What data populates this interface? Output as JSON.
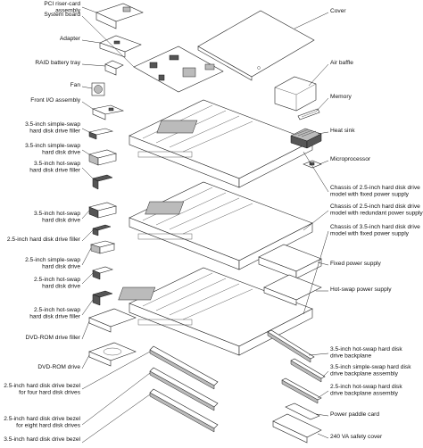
{
  "left_labels": [
    {
      "id": "pci-riser",
      "lines": [
        "PCI riser-card",
        "assembly"
      ]
    },
    {
      "id": "system-board",
      "lines": [
        "System board"
      ]
    },
    {
      "id": "adapter",
      "lines": [
        "Adapter"
      ]
    },
    {
      "id": "raid-battery-tray",
      "lines": [
        "RAID battery tray"
      ]
    },
    {
      "id": "fan",
      "lines": [
        "Fan"
      ]
    },
    {
      "id": "front-io",
      "lines": [
        "Front I/O assembly"
      ]
    },
    {
      "id": "simple-swap-filler",
      "lines": [
        "3.5-inch simple-swap",
        "hard disk drive filler"
      ]
    },
    {
      "id": "simple-swap-hdd",
      "lines": [
        "3.5-inch simple-swap",
        "hard disk drive"
      ]
    },
    {
      "id": "hot-swap-filler-35",
      "lines": [
        "3.5-inch hot-swap",
        "hard disk drive filler"
      ]
    },
    {
      "id": "hot-swap-hdd-35",
      "lines": [
        "3.5-inch hot-swap",
        "hard disk drive"
      ]
    },
    {
      "id": "simple-swap-filler-25",
      "lines": [
        "2.5-inch hard disk drive filler"
      ]
    },
    {
      "id": "simple-swap-hdd-25",
      "lines": [
        "2.5-inch simple-swap",
        "hard disk drive"
      ]
    },
    {
      "id": "hot-swap-hdd-25",
      "lines": [
        "2.5-inch hot-swap",
        "hard disk drive"
      ]
    },
    {
      "id": "hot-swap-filler-25",
      "lines": [
        "2.5-inch hot-swap",
        "hard disk drive filler"
      ]
    },
    {
      "id": "dvd-filler",
      "lines": [
        "DVD-ROM drive filler"
      ]
    },
    {
      "id": "dvd-drive",
      "lines": [
        "DVD-ROM drive"
      ]
    },
    {
      "id": "bezel-four",
      "lines": [
        "2.5-inch hard disk drive bezel",
        "for four hard disk drives"
      ]
    },
    {
      "id": "bezel-eight",
      "lines": [
        "2.5-inch hard disk drive bezel",
        "for eight hard disk drives"
      ]
    },
    {
      "id": "bezel-35",
      "lines": [
        "3.5-inch hard disk drive bezel"
      ]
    }
  ],
  "right_labels": [
    {
      "id": "cover",
      "lines": [
        "Cover"
      ]
    },
    {
      "id": "air-baffle",
      "lines": [
        "Air baffle"
      ]
    },
    {
      "id": "memory",
      "lines": [
        "Memory"
      ]
    },
    {
      "id": "heat-sink",
      "lines": [
        "Heat sink"
      ]
    },
    {
      "id": "microprocessor",
      "lines": [
        "Microprocessor"
      ]
    },
    {
      "id": "chassis-fixed-25",
      "lines": [
        "Chassis of 2.5-inch hard disk drive",
        "model with fixed power supply"
      ]
    },
    {
      "id": "chassis-redundant-25",
      "lines": [
        "Chassis of 2.5-inch hard disk drive",
        "model with redundant power supply"
      ]
    },
    {
      "id": "chassis-fixed-35",
      "lines": [
        "Chassis of 3.5-inch hard disk drive",
        "model with fixed power supply"
      ]
    },
    {
      "id": "fixed-psu",
      "lines": [
        "Fixed power supply"
      ]
    },
    {
      "id": "hot-swap-psu",
      "lines": [
        "Hot-swap power supply"
      ]
    },
    {
      "id": "backplane-35-hot",
      "lines": [
        "3.5-inch hot-swap hard disk",
        "drive backplane"
      ]
    },
    {
      "id": "backplane-35-simple",
      "lines": [
        "3.5-inch simple-swap hard disk",
        "drive backplane assembly"
      ]
    },
    {
      "id": "backplane-25-hot",
      "lines": [
        "2.5-inch hot-swap hard disk",
        "drive backplane assembly"
      ]
    },
    {
      "id": "power-paddle",
      "lines": [
        "Power paddle card"
      ]
    },
    {
      "id": "safety-cover",
      "lines": [
        "240 VA safety cover"
      ]
    }
  ]
}
